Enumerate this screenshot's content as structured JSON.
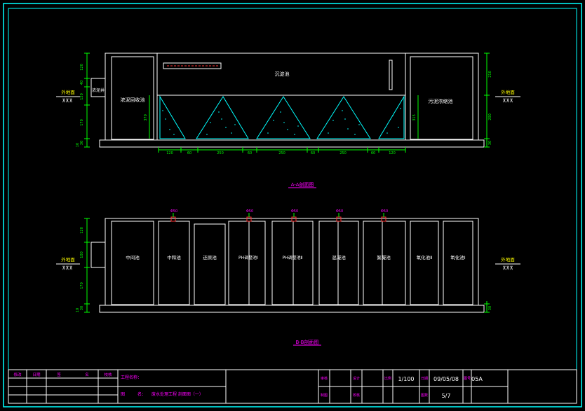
{
  "section_a": {
    "title": "A-A剖面图",
    "ground_left": "外地面",
    "ground_right": "外地面",
    "tanks": {
      "sludge_collection": "浓泥回收池",
      "sedimentation": "沉淀池",
      "sludge_thickening": "污泥浓缩池",
      "short_label": "浓泥井"
    },
    "dims_bottom": [
      "120",
      "60",
      "250",
      "60",
      "250",
      "60",
      "250",
      "60",
      "120"
    ],
    "dims_left": [
      "120",
      "40",
      "120",
      "170",
      "10",
      "30"
    ],
    "dims_right": [
      "210",
      "200",
      "30"
    ],
    "dims_inner": [
      "370",
      "315"
    ]
  },
  "section_b": {
    "title": "B-B剖面图",
    "ground_left": "外地面",
    "ground_right": "外地面",
    "tanks": [
      "中间池",
      "中和池",
      "还原池",
      "PH调整池Ⅰ",
      "PH调整池Ⅱ",
      "混凝池",
      "絮凝池",
      "氧化池Ⅱ",
      "氧化池Ⅰ"
    ],
    "pipe_labels": [
      "Φ50",
      "Φ50",
      "Φ50",
      "Φ50",
      "Φ50"
    ],
    "dims_left": [
      "120",
      "100",
      "170",
      "10",
      "30"
    ],
    "dims_right": [
      "30"
    ]
  },
  "title_block": {
    "row_headers": [
      "修改",
      "日期",
      "签",
      "名",
      "校核"
    ],
    "project_label": "工程名称：",
    "drawing_label": "图",
    "name_label": "名：",
    "drawing_name": "废水处理工程  剖面图（一）",
    "cols": [
      "审核",
      "设计",
      "比例",
      "日期",
      "图号"
    ],
    "cols2": [
      "制图",
      "校核",
      "图数"
    ],
    "scale": "1/100",
    "date": "09/05/08",
    "drawing_no": "05A",
    "sheet": "5/7"
  }
}
